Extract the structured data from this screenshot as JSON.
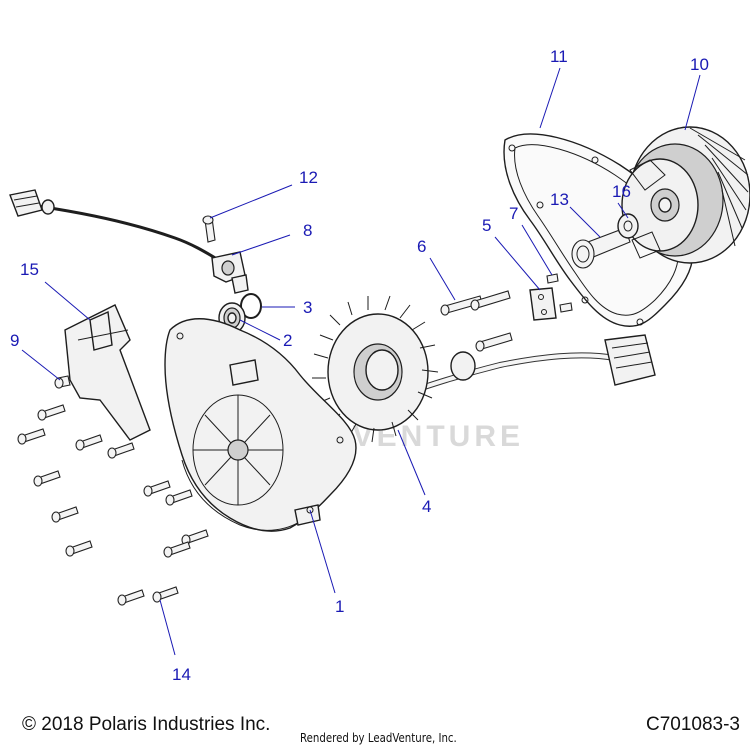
{
  "diagram": {
    "watermark": "LEADVENTURE",
    "callouts": [
      {
        "id": "1",
        "label": "1"
      },
      {
        "id": "2",
        "label": "2"
      },
      {
        "id": "3",
        "label": "3"
      },
      {
        "id": "4",
        "label": "4"
      },
      {
        "id": "5",
        "label": "5"
      },
      {
        "id": "6",
        "label": "6"
      },
      {
        "id": "7",
        "label": "7"
      },
      {
        "id": "8",
        "label": "8"
      },
      {
        "id": "9",
        "label": "9"
      },
      {
        "id": "10",
        "label": "10"
      },
      {
        "id": "11",
        "label": "11"
      },
      {
        "id": "12",
        "label": "12"
      },
      {
        "id": "13",
        "label": "13"
      },
      {
        "id": "14",
        "label": "14"
      },
      {
        "id": "15",
        "label": "15"
      },
      {
        "id": "16",
        "label": "16"
      }
    ]
  },
  "footer": {
    "copyright": "© 2018 Polaris Industries Inc.",
    "rendered_by": "Rendered by LeadVenture, Inc.",
    "part_number": "C701083-3"
  },
  "colors": {
    "callout": "#1a1ab4",
    "line_art": "#1e1e1e",
    "watermark": "#d9d9d9"
  }
}
